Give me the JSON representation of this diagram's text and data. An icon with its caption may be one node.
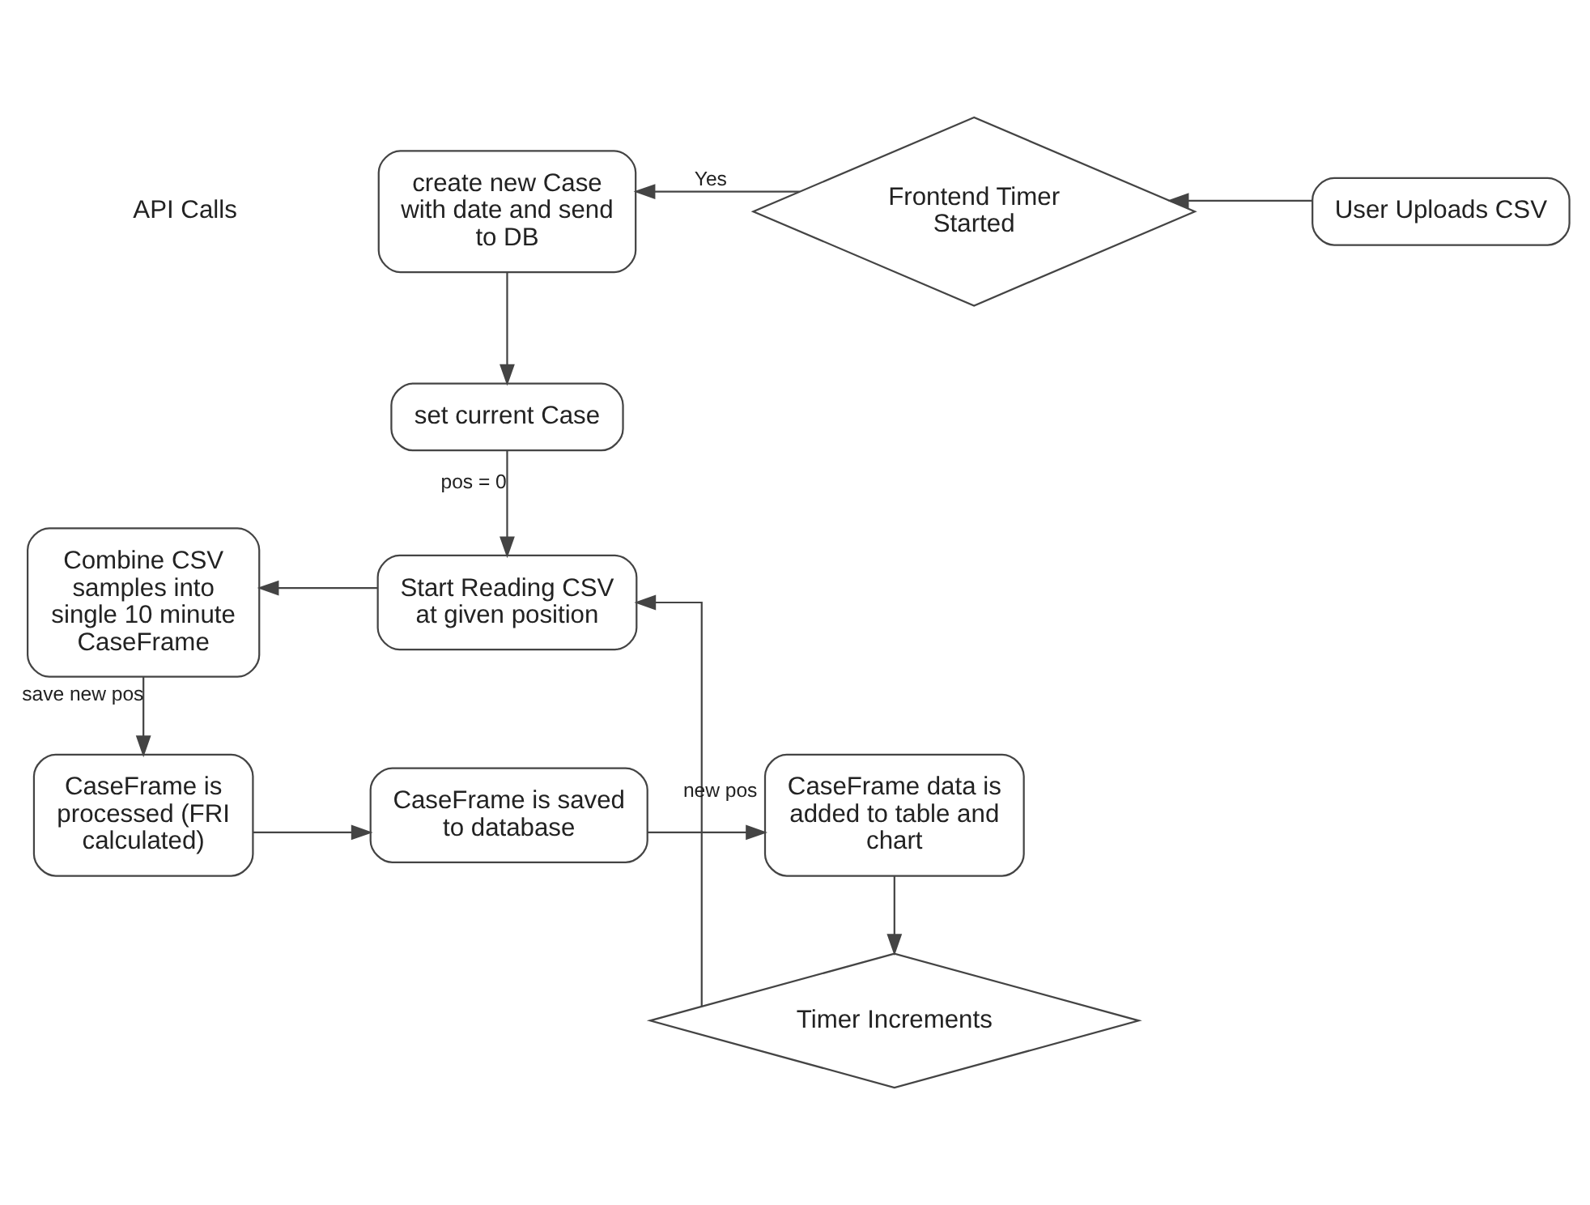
{
  "diagram": {
    "nodes": [
      {
        "text": [
          "User Uploads CSV"
        ]
      },
      {
        "text": [
          "Frontend Timer Started"
        ]
      },
      {
        "text": [
          "create new Case with date and send to DB"
        ]
      },
      {
        "text": [
          "set current Case"
        ]
      },
      {
        "text": [
          "Start Reading CSV at given position"
        ]
      },
      {
        "text": [
          "Combine CSV samples into single 10 minute CaseFrame"
        ]
      },
      {
        "text": [
          "CaseFrame is processed (FRI calculated)"
        ]
      },
      {
        "text": [
          "CaseFrame is saved to database"
        ]
      },
      {
        "text": [
          "CaseFrame data is added to table and chart"
        ]
      },
      {
        "text": [
          "Timer Increments"
        ]
      }
    ],
    "edges": [
      {
        "from": 0,
        "to": 1,
        "arrow": "to"
      },
      {
        "from": 1,
        "to": 2,
        "arrow": "to",
        "label": "Yes"
      },
      {
        "from": 2,
        "to": 3,
        "arrow": "to"
      },
      {
        "from": 3,
        "to": 4,
        "arrow": "to",
        "label": "pos = 0"
      },
      {
        "from": 4,
        "to": 5,
        "arrow": "to"
      },
      {
        "from": 5,
        "to": 6,
        "arrow": "to",
        "label": "save new pos"
      },
      {
        "from": 6,
        "to": 7,
        "arrow": "to"
      },
      {
        "from": 7,
        "to": 8,
        "arrow": "to"
      },
      {
        "from": 8,
        "to": 9,
        "arrow": "to"
      },
      {
        "from": 9,
        "to": 4,
        "arrow": "to",
        "label": "new pos"
      }
    ],
    "labels": [
      "API Calls"
    ]
  }
}
